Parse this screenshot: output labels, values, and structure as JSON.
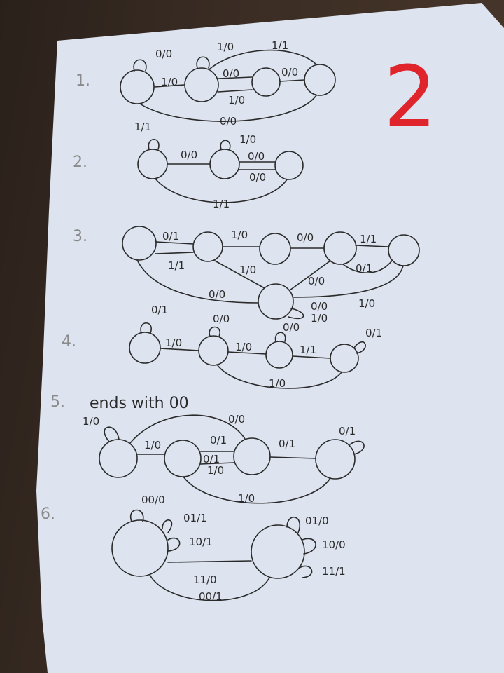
{
  "page_mark": "2",
  "colors": {
    "paper": "#dde3ef",
    "ink": "#2a2a2a",
    "mark": "#e0242c"
  },
  "diagrams": [
    {
      "number": "1.",
      "title": "",
      "labels": [
        "0/0",
        "1/0",
        "1/1",
        "1/0",
        "0/0",
        "0/0",
        "1/0",
        "0/0"
      ]
    },
    {
      "number": "2.",
      "title": "",
      "labels": [
        "1/1",
        "1/0",
        "0/0",
        "0/0",
        "0/0",
        "1/1"
      ]
    },
    {
      "number": "3.",
      "title": "",
      "labels": [
        "0/1",
        "1/0",
        "0/0",
        "1/1",
        "1/1",
        "1/0",
        "0/1",
        "0/0",
        "0/0",
        "1/0",
        "0/0",
        "1/0"
      ]
    },
    {
      "number": "4.",
      "title": "",
      "labels": [
        "0/1",
        "0/0",
        "1/0",
        "1/0",
        "0/0",
        "1/1",
        "0/1",
        "1/0"
      ]
    },
    {
      "number": "5.",
      "title": "ends with 00",
      "labels": [
        "1/0",
        "0/0",
        "0/1",
        "1/0",
        "0/1",
        "0/1",
        "1/0",
        "0/1",
        "1/0"
      ]
    },
    {
      "number": "6.",
      "title": "",
      "labels": [
        "00/0",
        "01/1",
        "10/1",
        "01/0",
        "10/0",
        "11/1",
        "11/0",
        "00/1"
      ]
    }
  ]
}
